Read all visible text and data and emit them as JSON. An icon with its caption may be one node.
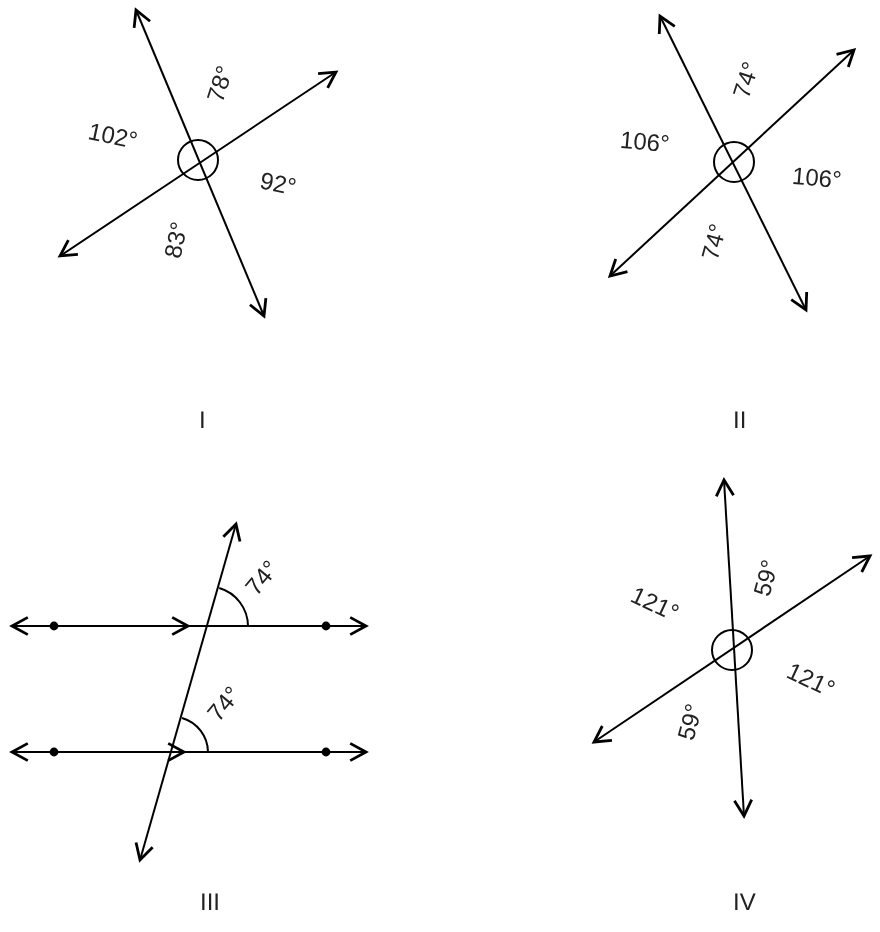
{
  "diagram": {
    "labels": [
      "78°",
      "102°",
      "92°",
      "83°",
      "I",
      "74°",
      "106°",
      "106°",
      "74°",
      "II",
      "74°",
      "74°",
      "III",
      "59°",
      "121°",
      "121°",
      "59°",
      "IV"
    ]
  }
}
